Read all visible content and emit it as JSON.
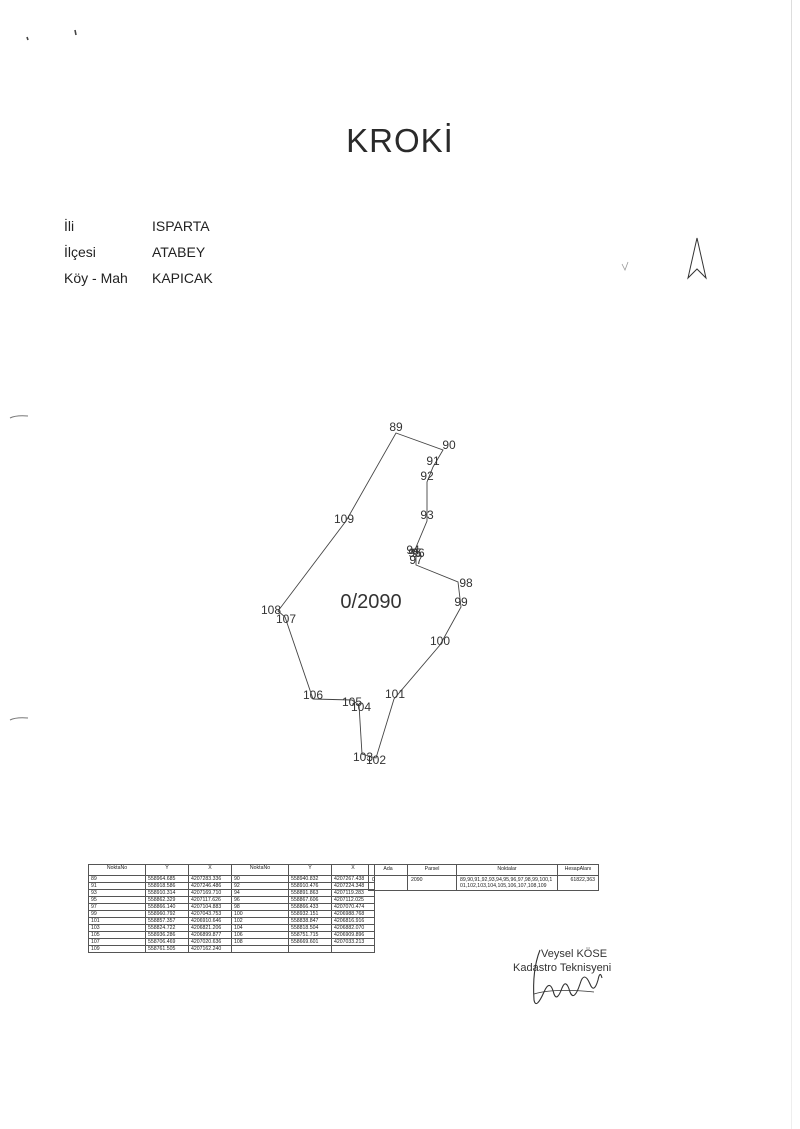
{
  "title": "KROKİ",
  "info": {
    "il_label": "İli",
    "il_value": "ISPARTA",
    "ilce_label": "İlçesi",
    "ilce_value": "ATABEY",
    "koy_label": "Köy - Mah",
    "koy_value": "KAPICAK"
  },
  "parcel_label": "0/2090",
  "points": [
    {
      "id": "89",
      "label": "89"
    },
    {
      "id": "90",
      "label": "90"
    },
    {
      "id": "91",
      "label": "91"
    },
    {
      "id": "92",
      "label": "92"
    },
    {
      "id": "93",
      "label": "93"
    },
    {
      "id": "94",
      "label": "94"
    },
    {
      "id": "95",
      "label": "95"
    },
    {
      "id": "96",
      "label": "96"
    },
    {
      "id": "97",
      "label": "97"
    },
    {
      "id": "98",
      "label": "98"
    },
    {
      "id": "99",
      "label": "99"
    },
    {
      "id": "100",
      "label": "100"
    },
    {
      "id": "101",
      "label": "101"
    },
    {
      "id": "102",
      "label": "102"
    },
    {
      "id": "103",
      "label": "103"
    },
    {
      "id": "104",
      "label": "104"
    },
    {
      "id": "105",
      "label": "105"
    },
    {
      "id": "106",
      "label": "106"
    },
    {
      "id": "107",
      "label": "107"
    },
    {
      "id": "108",
      "label": "108"
    },
    {
      "id": "109",
      "label": "109"
    }
  ],
  "coord_table": {
    "headers": [
      "NoktaNo",
      "Y",
      "X",
      "NoktaNo",
      "Y",
      "X"
    ],
    "rows": [
      [
        "89",
        "558964.685",
        "4207283.336",
        "90",
        "558940.832",
        "4207267.438"
      ],
      [
        "91",
        "558918.586",
        "4207246.486",
        "92",
        "558910.476",
        "4207224.348"
      ],
      [
        "93",
        "558910.314",
        "4207169.710",
        "94",
        "558891.863",
        "4207119.283"
      ],
      [
        "95",
        "558862.329",
        "4207117.626",
        "96",
        "558867.606",
        "4207112.025"
      ],
      [
        "97",
        "558866.140",
        "4207104.883",
        "98",
        "558866.433",
        "4207070.474"
      ],
      [
        "99",
        "558960.792",
        "4207043.753",
        "100",
        "558932.151",
        "4206988.768"
      ],
      [
        "101",
        "558857.357",
        "4206910.646",
        "102",
        "558838.847",
        "4206816.916"
      ],
      [
        "103",
        "558824.722",
        "4206821.206",
        "104",
        "558818.504",
        "4206882.070"
      ],
      [
        "105",
        "558936.286",
        "4206899.877",
        "106",
        "558751.715",
        "4206909.896"
      ],
      [
        "107",
        "558706.469",
        "4207020.636",
        "108",
        "558669.601",
        "4207033.213"
      ],
      [
        "109",
        "558761.505",
        "4207162.240",
        "",
        "",
        ""
      ]
    ]
  },
  "parcel_table": {
    "headers": [
      "Ada",
      "Parsel",
      "Noktalar",
      "HesapAlanı"
    ],
    "row": {
      "ada": "0",
      "parsel": "2090",
      "noktalar": "89,90,91,92,93,94,95,96,97,98,99,100,101,102,103,104,105,106,107,108,109",
      "alan": "61822,363"
    }
  },
  "signature": {
    "name": "Veysel KÖSE",
    "title": "Kadastro Teknisyeni"
  }
}
